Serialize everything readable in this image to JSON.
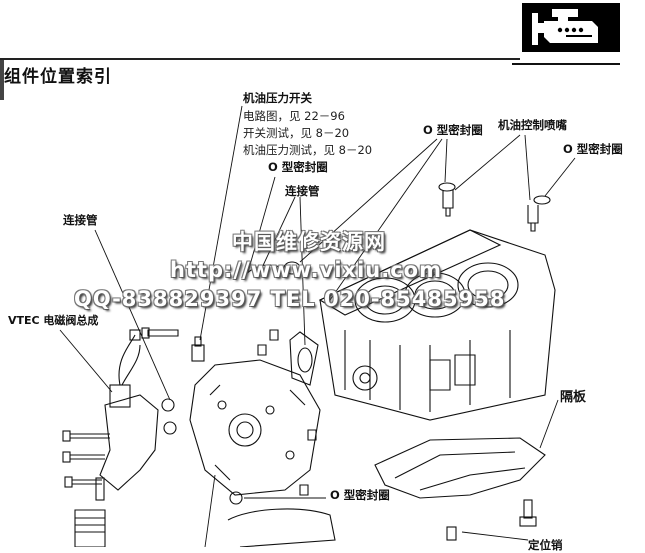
{
  "header": {
    "title": "组件位置索引",
    "section_icon": "engine-icon"
  },
  "labels": {
    "oil_pressure_switch": {
      "name": "机油压力开关",
      "lines": [
        "电路图，见 22－96",
        "开关测试，见 8－20",
        "机油压力测试，见 8－20"
      ]
    },
    "o_ring_1": "O 型密封圈",
    "connector_pipe_1": "连接管",
    "o_ring_2": "O 型密封圈",
    "oil_jet": "机油控制喷嘴",
    "o_ring_3": "O 型密封圈",
    "connector_pipe_2": "连接管",
    "vtec_solenoid": "VTEC 电磁阀总成",
    "baffle": "隔板",
    "o_ring_4": "O 型密封圈",
    "dowel_pin": "定位销"
  },
  "watermark": {
    "line1": "中国维修资源网",
    "line2": "http://www.vixiu.com",
    "line3": "QQ-838829397 TEL 020-85485958"
  }
}
